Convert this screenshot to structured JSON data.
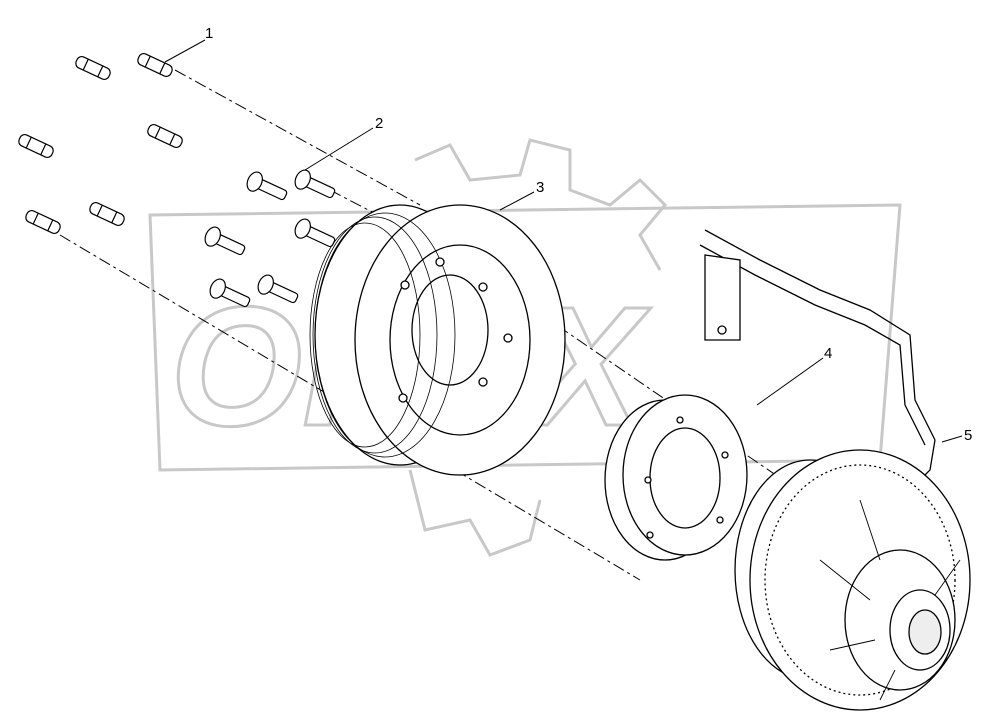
{
  "diagram": {
    "watermark": "OPEX",
    "callouts": [
      {
        "label": "1",
        "part": "stud"
      },
      {
        "label": "2",
        "part": "bolt"
      },
      {
        "label": "3",
        "part": "pulley"
      },
      {
        "label": "4",
        "part": "spacer"
      },
      {
        "label": "5",
        "part": "fan-clutch"
      }
    ],
    "colors": {
      "line": "#000000",
      "watermark": "#c8c8c8"
    }
  }
}
